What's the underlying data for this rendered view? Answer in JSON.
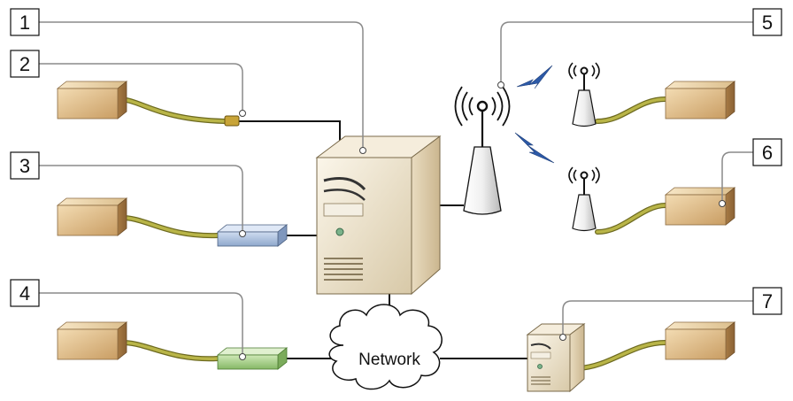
{
  "diagram": {
    "callouts": [
      {
        "id": "1",
        "label": "1"
      },
      {
        "id": "2",
        "label": "2"
      },
      {
        "id": "3",
        "label": "3"
      },
      {
        "id": "4",
        "label": "4"
      },
      {
        "id": "5",
        "label": "5"
      },
      {
        "id": "6",
        "label": "6"
      },
      {
        "id": "7",
        "label": "7"
      }
    ],
    "network_label": "Network",
    "colors": {
      "cable": "#a7a33a",
      "box_face": "#e4c79a",
      "box_dark": "#b48a55",
      "serial_adapter": "#a9bfdc",
      "network_adapter": "#a8cf8a",
      "wireless_signal": "#2d5aa8",
      "server_body": "#efe6d2",
      "line": "#111111",
      "callout_line": "#8a8a8a"
    },
    "icons": [
      "device-box-icon",
      "server-tower-icon",
      "wireless-antenna-icon",
      "network-cloud-icon",
      "usb-connector-icon",
      "serial-adapter-icon",
      "network-adapter-icon",
      "lightning-icon"
    ]
  }
}
